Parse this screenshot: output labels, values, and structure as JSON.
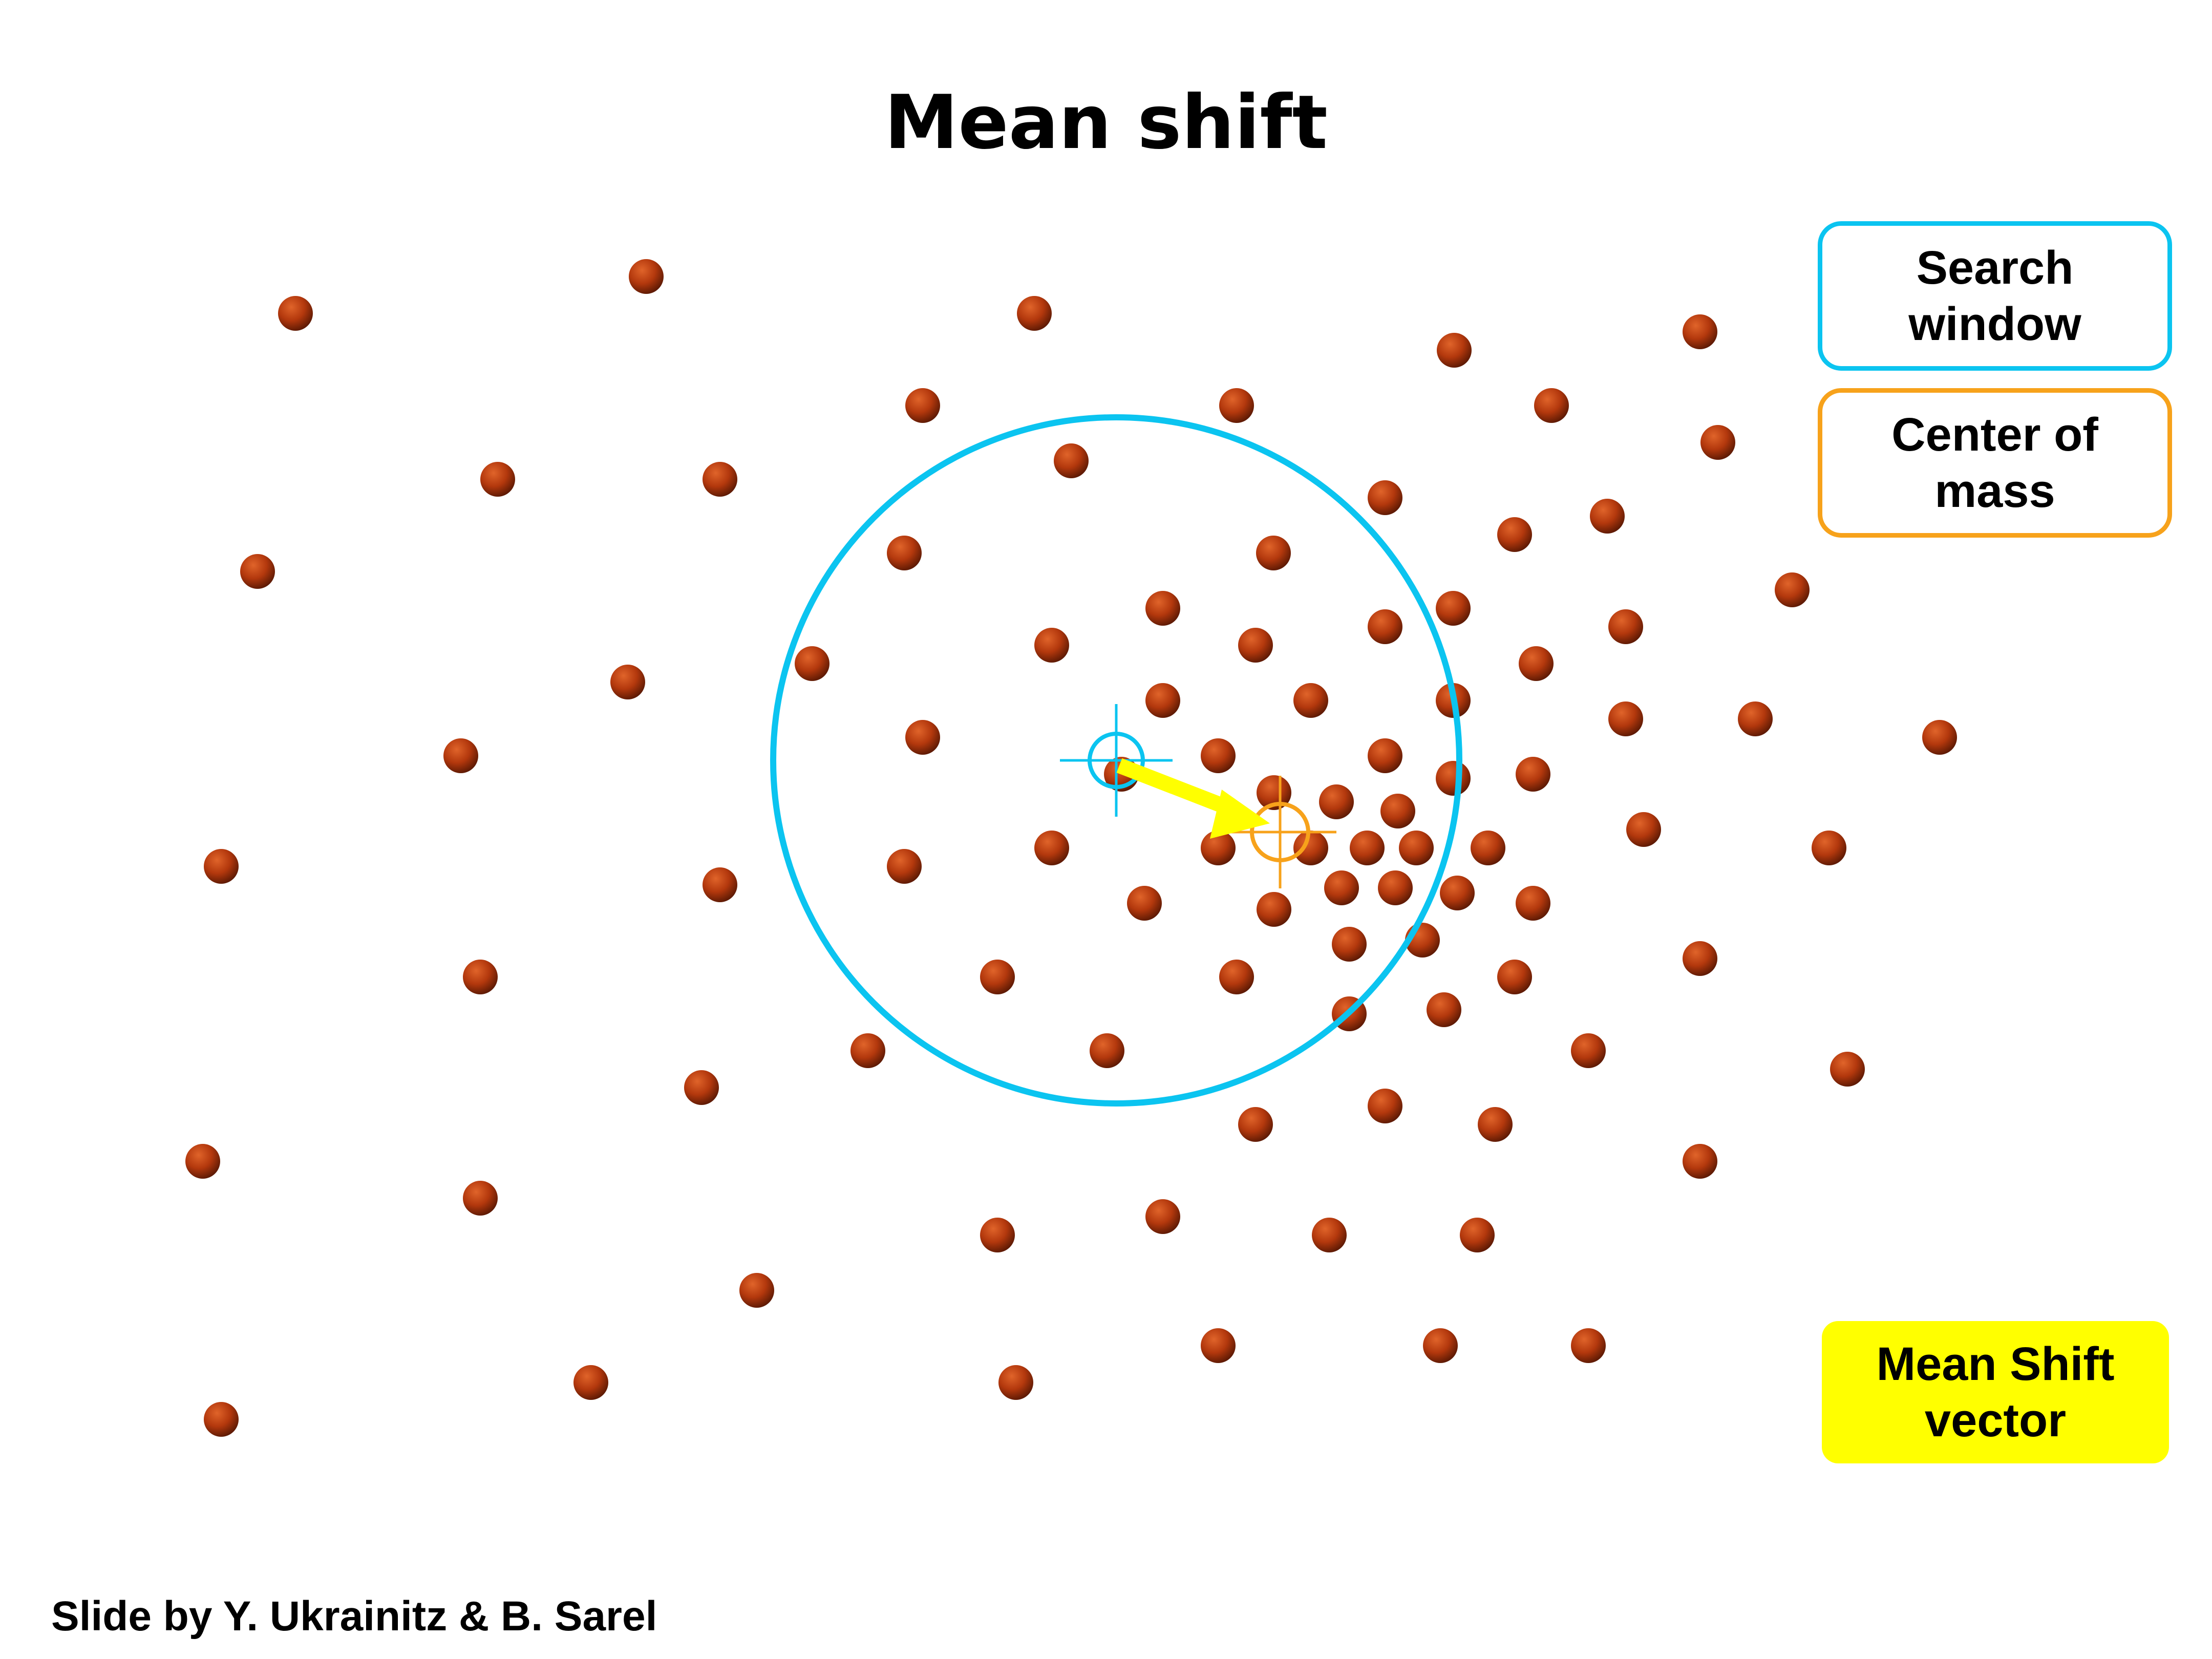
{
  "title": "Mean shift",
  "legend": {
    "search_window": "Search\nwindow",
    "center_of_mass": "Center of\nmass",
    "mean_shift_vector": "Mean Shift\nvector"
  },
  "credit": "Slide by Y. Ukrainitz & B. Sarel",
  "colors": {
    "search_window": "#0bc4f0",
    "center_of_mass": "#f7a21b",
    "vector": "#ffff00",
    "point": "#b33a0e"
  }
}
